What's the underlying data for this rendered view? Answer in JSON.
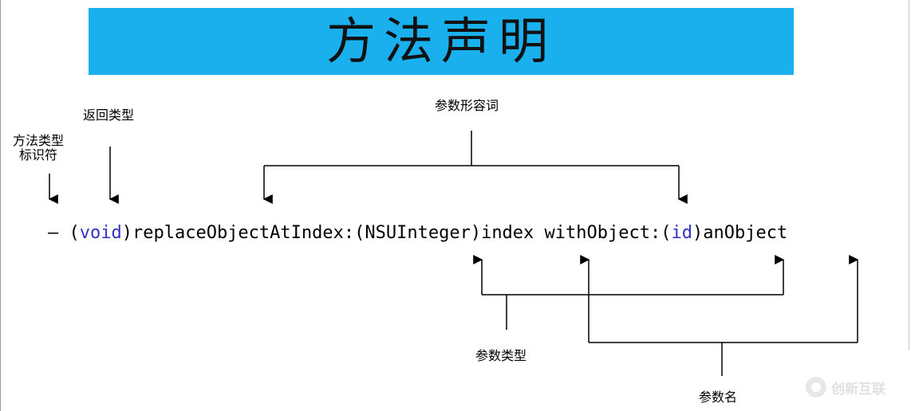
{
  "title": "方法声明",
  "labels": {
    "method_type_line1": "方法类型",
    "method_type_line2": "标识符",
    "return_type": "返回类型",
    "param_adjective": "参数形容词",
    "param_type": "参数类型",
    "param_name": "参数名"
  },
  "code": {
    "dash": "– ",
    "open1": "(",
    "void": "void",
    "close1_method": ")replaceObjectAtIndex:(NSUInteger)index withObject:(",
    "id": "id",
    "close2_name": ")anObject"
  },
  "colors": {
    "title_bg": "#1ab0ee",
    "keyword": "#3232c8"
  },
  "watermark": {
    "text": "创新互联"
  }
}
